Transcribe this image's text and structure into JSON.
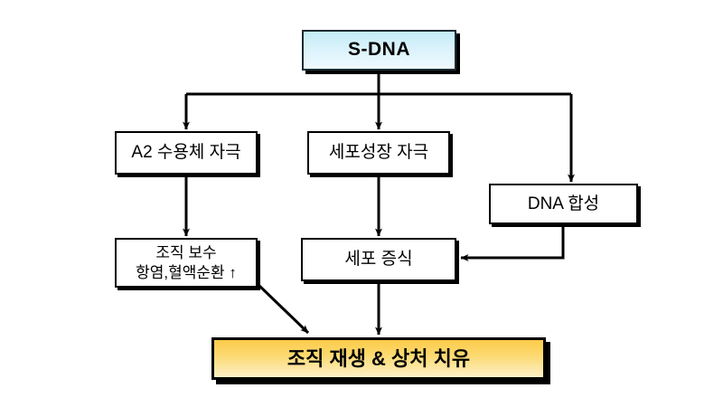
{
  "diagram": {
    "title": "S-DNA signalling and tissue regeneration flowchart",
    "colors": {
      "start_fill_top": "#c3ecf7",
      "start_fill_bottom": "#eefaff",
      "result_fill_top": "#fbcb4b",
      "result_fill_bottom": "#fdf0c8",
      "box_fill": "#ffffff",
      "border": "#000000",
      "text": "#000000"
    },
    "nodes": {
      "start": {
        "label": "S-DNA"
      },
      "a2_receptor": {
        "label": "A2 수용체 자극"
      },
      "cell_growth": {
        "label": "세포성장 자극"
      },
      "dna_synthesis": {
        "label": "DNA 합성"
      },
      "tissue_repair": {
        "label_line1": "조직 보수",
        "label_line2": "항염,혈액순환 ↑"
      },
      "cell_proliferation": {
        "label": "세포 증식"
      },
      "result": {
        "label": "조직 재생 & 상처 치유"
      }
    },
    "edges": [
      {
        "from": "start",
        "to": "a2_receptor",
        "style": "elbow-left-arrow"
      },
      {
        "from": "start",
        "to": "cell_growth",
        "style": "straight-down-arrow"
      },
      {
        "from": "start",
        "to": "dna_synthesis",
        "style": "elbow-right-arrow"
      },
      {
        "from": "a2_receptor",
        "to": "tissue_repair",
        "style": "straight-down-arrow"
      },
      {
        "from": "cell_growth",
        "to": "cell_proliferation",
        "style": "straight-down-arrow"
      },
      {
        "from": "dna_synthesis",
        "to": "cell_proliferation",
        "style": "elbow-left-arrow"
      },
      {
        "from": "tissue_repair",
        "to": "result",
        "style": "diagonal-arrow"
      },
      {
        "from": "cell_proliferation",
        "to": "result",
        "style": "straight-down-arrow"
      }
    ]
  }
}
